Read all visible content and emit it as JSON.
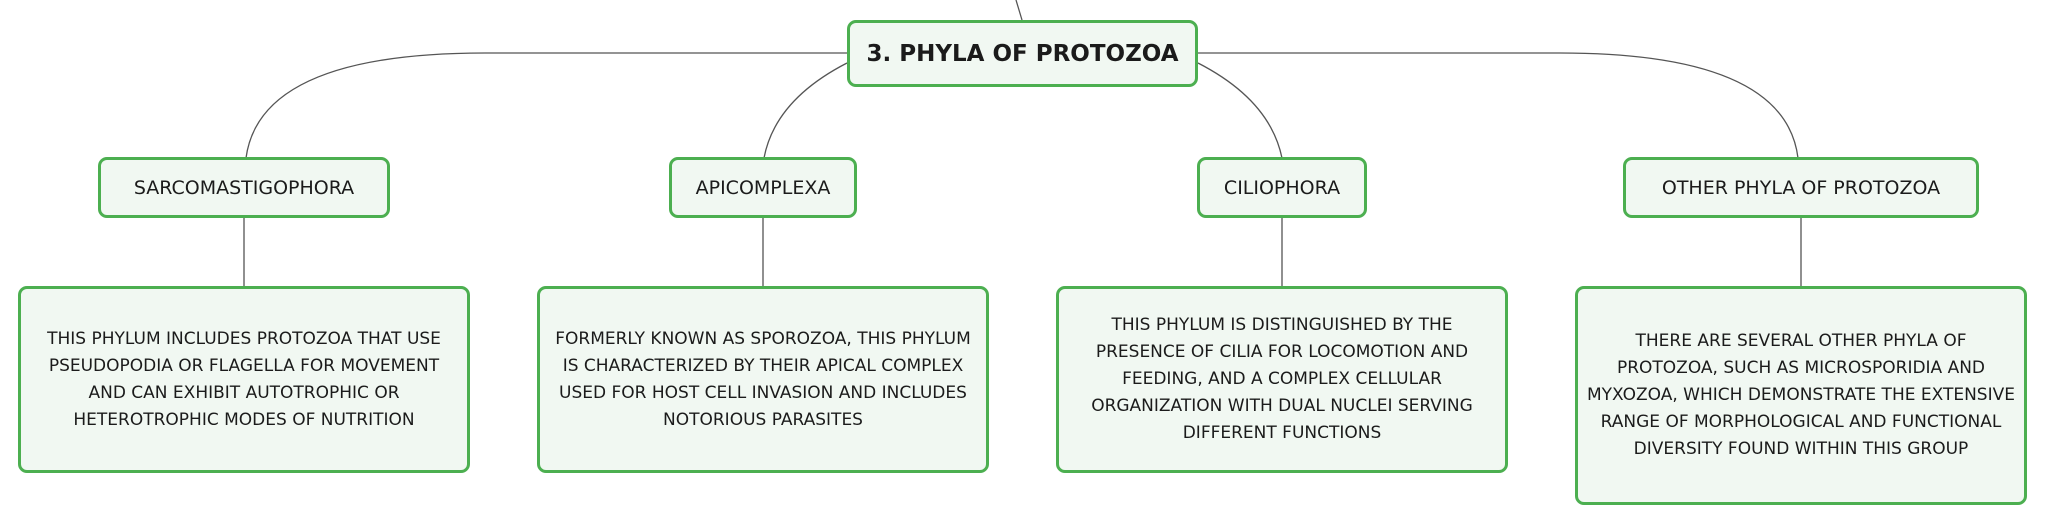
{
  "root": {
    "label": "3. PHYLA OF PROTOZOA"
  },
  "branches": [
    {
      "label": "SARCOMASTIGOPHORA",
      "description": "THIS PHYLUM INCLUDES PROTOZOA THAT USE PSEUDOPODIA OR FLAGELLA FOR MOVEMENT AND CAN EXHIBIT AUTOTROPHIC OR HETEROTROPHIC MODES OF NUTRITION"
    },
    {
      "label": "APICOMPLEXA",
      "description": "FORMERLY KNOWN AS SPOROZOA, THIS PHYLUM IS CHARACTERIZED BY THEIR APICAL COMPLEX USED FOR HOST CELL INVASION AND INCLUDES NOTORIOUS PARASITES"
    },
    {
      "label": "CILIOPHORA",
      "description": "THIS PHYLUM IS DISTINGUISHED BY THE PRESENCE OF CILIA FOR LOCOMOTION AND FEEDING, AND A COMPLEX CELLULAR ORGANIZATION WITH DUAL NUCLEI SERVING DIFFERENT FUNCTIONS"
    },
    {
      "label": "OTHER PHYLA OF PROTOZOA",
      "description": "THERE ARE SEVERAL OTHER PHYLA OF PROTOZOA, SUCH AS MICROSPORIDIA AND MYXOZOA, WHICH DEMONSTRATE THE EXTENSIVE RANGE OF MORPHOLOGICAL AND FUNCTIONAL DIVERSITY FOUND WITHIN THIS GROUP"
    }
  ],
  "colors": {
    "node_border": "#4caf50",
    "node_fill": "#f1f8f2",
    "connector": "#555555"
  }
}
